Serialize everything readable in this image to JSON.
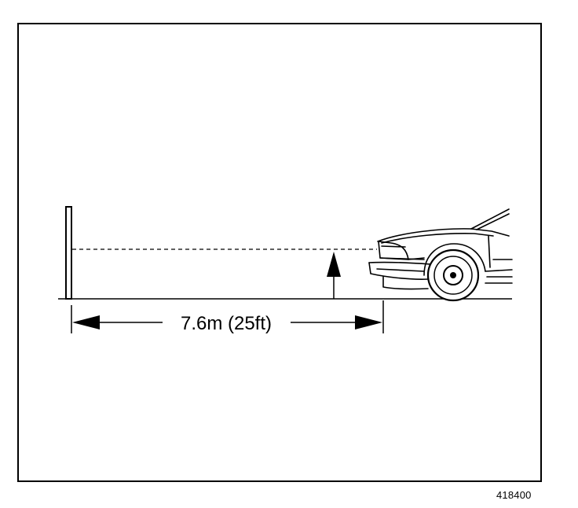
{
  "diagram": {
    "distance_label": "7.6m (25ft)",
    "figure_number": "418400"
  },
  "colors": {
    "line": "#000000",
    "background": "#ffffff"
  },
  "icons": [
    "wall-post",
    "headlamp-beam-line",
    "height-arrow",
    "distance-arrow",
    "car-front"
  ]
}
